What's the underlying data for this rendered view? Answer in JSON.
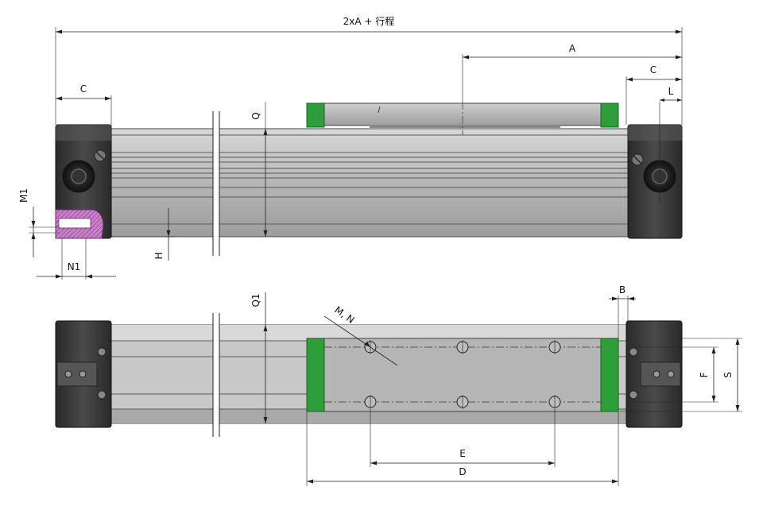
{
  "drawing": {
    "overall_length": "2xA + 行程",
    "dim_a": "A",
    "dim_c_left": "C",
    "dim_c_right": "C",
    "dim_l": "L",
    "dim_q": "Q",
    "dim_q1": "Q1",
    "dim_m1": "M1",
    "dim_n1": "N1",
    "dim_h": "H",
    "dim_b": "B",
    "dim_mn": "M, N",
    "dim_f": "F",
    "dim_s": "S",
    "dim_e": "E",
    "dim_d": "D"
  },
  "colors": {
    "carriage_end": "#2e9e3a",
    "end_cap": "#3a3a3a",
    "profile": "#b9b9b9",
    "section_hatch": "#c46bc4"
  }
}
